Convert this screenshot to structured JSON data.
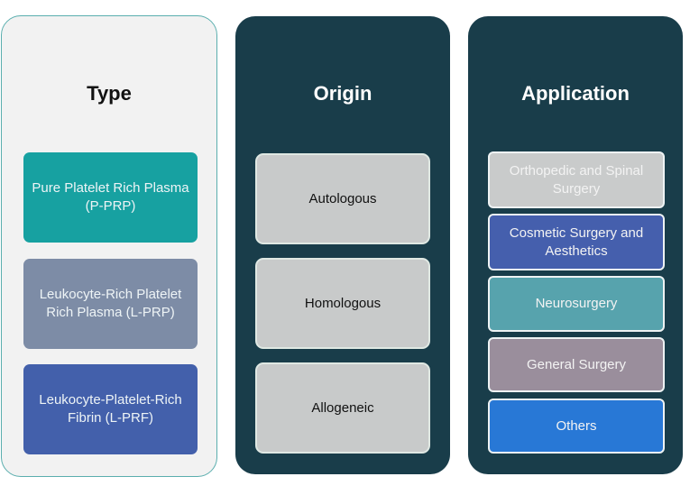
{
  "columns": {
    "type": {
      "title": "Type",
      "items": [
        {
          "label": "Pure Platelet Rich Plasma (P-PRP)",
          "color": "#17a1a1"
        },
        {
          "label": "Leukocyte-Rich Platelet Rich Plasma (L-PRP)",
          "color": "#7d8ca6"
        },
        {
          "label": "Leukocyte-Platelet-Rich Fibrin (L-PRF)",
          "color": "#4360ab"
        }
      ]
    },
    "origin": {
      "title": "Origin",
      "items": [
        {
          "label": "Autologous"
        },
        {
          "label": "Homologous"
        },
        {
          "label": "Allogeneic"
        }
      ]
    },
    "application": {
      "title": "Application",
      "items": [
        {
          "label": "Orthopedic and Spinal Surgery",
          "color": "#c9cbcb"
        },
        {
          "label": "Cosmetic Surgery and Aesthetics",
          "color": "#455fad"
        },
        {
          "label": "Neurosurgery",
          "color": "#57a3ad"
        },
        {
          "label": "General Surgery",
          "color": "#9a8e9c"
        },
        {
          "label": "Others",
          "color": "#2878d6"
        }
      ]
    }
  },
  "colors": {
    "dark_panel": "#193d4a",
    "light_panel": "#f2f2f2",
    "light_panel_border": "#5aaeae"
  }
}
